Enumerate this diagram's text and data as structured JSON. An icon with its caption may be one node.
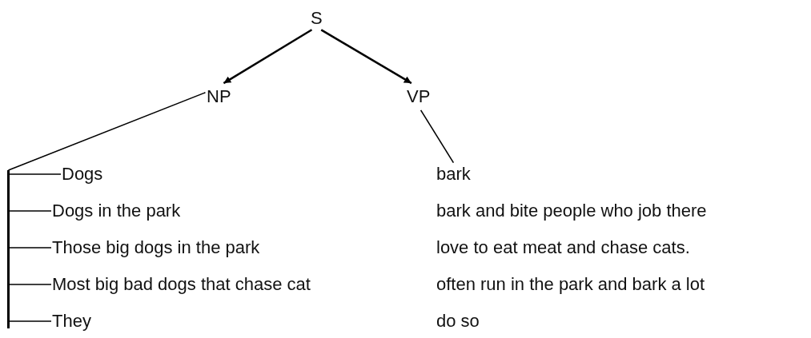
{
  "diagram": {
    "nodes": [
      {
        "text": [
          "S"
        ]
      },
      {
        "text": [
          "NP"
        ]
      },
      {
        "text": [
          "VP"
        ]
      },
      {
        "text": [],
        "shape": "bar"
      },
      {
        "text": [
          "Dogs"
        ]
      },
      {
        "text": [
          "Dogs in the park"
        ]
      },
      {
        "text": [
          "Those big dogs in the park"
        ]
      },
      {
        "text": [
          "Most big bad dogs that chase cat"
        ]
      },
      {
        "text": [
          "They"
        ]
      },
      {
        "text": [
          "bark"
        ]
      }
    ],
    "edges": [
      {
        "from": 0,
        "to": 1,
        "arrow": "to"
      },
      {
        "from": 0,
        "to": 2,
        "arrow": "to"
      },
      {
        "from": 1,
        "to": 3,
        "arrow": "none"
      },
      {
        "from": 3,
        "to": 4,
        "arrow": "none"
      },
      {
        "from": 3,
        "to": 5,
        "arrow": "none"
      },
      {
        "from": 3,
        "to": 6,
        "arrow": "none"
      },
      {
        "from": 3,
        "to": 7,
        "arrow": "none"
      },
      {
        "from": 3,
        "to": 8,
        "arrow": "none"
      },
      {
        "from": 2,
        "to": 9,
        "arrow": "none"
      }
    ],
    "labels": [
      "bark and bite people who job there",
      "love to eat meat and chase cats.",
      "often run in the park and bark a lot",
      "do so"
    ]
  }
}
